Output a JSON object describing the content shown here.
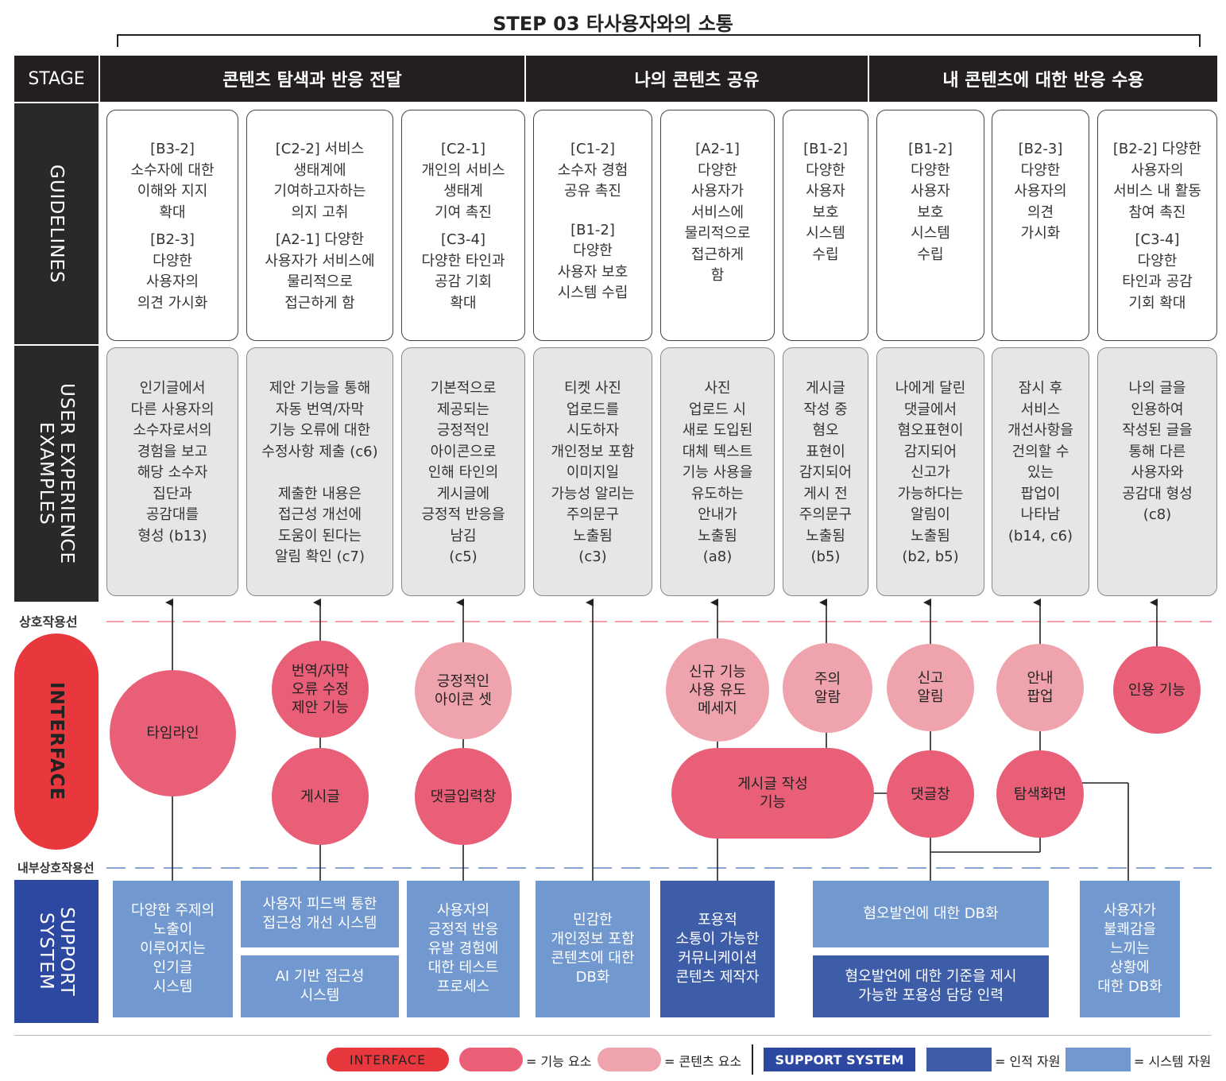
{
  "title": "STEP 03 타사용자와의 소통",
  "stage_label": "STAGE",
  "stages": [
    "콘텐츠 탐색과 반응 전달",
    "나의 콘텐츠 공유",
    "내 콘텐츠에 대한 반응 수용"
  ],
  "row_labels": {
    "guidelines": "GUIDELINES",
    "ux": "USER EXPERIENCE\nEXAMPLES",
    "interface": "INTERFACE",
    "support": "SUPPORT\nSYSTEM"
  },
  "line_labels": {
    "interaction": "상호작용선",
    "internal": "내부상호작용선"
  },
  "guidelines": [
    {
      "s1": "[B3-2]\n소수자에 대한\n이해와 지지\n확대",
      "s2": "[B2-3]\n다양한\n사용자의\n의견 가시화"
    },
    {
      "s1": "[C2-2] 서비스\n생태계에\n기여하고자하는\n의지 고취",
      "s2": "[A2-1] 다양한\n사용자가 서비스에\n물리적으로\n접근하게 함"
    },
    {
      "s1": "[C2-1]\n개인의 서비스\n생태계\n기여 촉진",
      "s2": "[C3-4]\n다양한 타인과\n공감 기회\n확대"
    },
    {
      "s1": "[C1-2]\n소수자 경험\n공유 촉진",
      "s2": "[B1-2]\n다양한\n사용자 보호\n시스템 수립"
    },
    {
      "s1": "[A2-1]\n다양한\n사용자가\n서비스에\n물리적으로\n접근하게\n함",
      "s2": ""
    },
    {
      "s1": "[B1-2]\n다양한\n사용자\n보호\n시스템\n수립",
      "s2": ""
    },
    {
      "s1": "[B1-2]\n다양한\n사용자\n보호\n시스템\n수립",
      "s2": ""
    },
    {
      "s1": "[B2-3]\n다양한\n사용자의\n의견\n가시화",
      "s2": ""
    },
    {
      "s1": "[B2-2] 다양한\n사용자의\n서비스 내 활동\n참여 촉진",
      "s2": "[C3-4]\n다양한\n타인과 공감\n기회 확대"
    }
  ],
  "ux_examples": [
    "인기글에서\n다른 사용자의\n소수자로서의\n경험을 보고\n해당 소수자\n집단과\n공감대를\n형성 (b13)",
    "제안 기능을 통해\n자동 번역/자막\n기능 오류에 대한\n수정사항 제출 (c6)\n\n제출한 내용은\n접근성 개선에\n도움이 된다는\n알림 확인 (c7)",
    "기본적으로\n제공되는\n긍정적인\n아이콘으로\n인해 타인의\n게시글에\n긍정적 반응을\n남김\n(c5)",
    "티켓 사진\n업로드를\n시도하자\n개인정보 포함\n이미지일\n가능성 알리는\n주의문구\n노출됨\n(c3)",
    "사진\n업로드 시\n새로 도입된\n대체 텍스트\n기능 사용을\n유도하는\n안내가\n노출됨\n(a8)",
    "게시글\n작성 중\n혐오\n표현이\n감지되어\n게시 전\n주의문구\n노출됨\n(b5)",
    "나에게 달린\n댓글에서\n혐오표현이\n감지되어\n신고가\n가능하다는\n알림이\n노출됨\n(b2, b5)",
    "잠시 후\n서비스\n개선사항을\n건의할 수\n있는\n팝업이\n나타남\n(b14, c6)",
    "나의 글을\n인용하여\n작성된 글을\n통해 다른\n사용자와\n공감대 형성\n(c8)"
  ],
  "interface": {
    "timeline": "타임라인",
    "translation_suggest": "번역/자막\n오류 수정\n제안 기능",
    "post": "게시글",
    "positive_icons": "긍정적인\n아이콘 셋",
    "comment_input": "댓글입력창",
    "new_feature_msg": "신규 기능\n사용 유도\n메세지",
    "warning_alert": "주의\n알람",
    "report_alert": "신고\n알림",
    "guide_popup": "안내\n팝업",
    "quote_feature": "인용 기능",
    "post_write": "게시글 작성\n기능",
    "comment_window": "댓글창",
    "explore_screen": "탐색화면"
  },
  "support": {
    "popular_posts": "다양한 주제의\n노출이\n이루어지는\n인기글\n시스템",
    "feedback_system": "사용자 피드백 통한\n접근성 개선 시스템",
    "ai_access": "AI 기반 접근성\n시스템",
    "positive_test": "사용자의\n긍정적 반응\n유발 경험에\n대한 테스트\n프로세스",
    "privacy_db": "민감한\n개인정보 포함\n콘텐츠에 대한\nDB화",
    "inclusive_creator": "포용적\n소통이 가능한\n커뮤니케이션\n콘텐츠 제작자",
    "hate_db": "혐오발언에 대한 DB화",
    "hate_staff": "혐오발언에 대한 기준을 제시\n가능한 포용성 담당 인력",
    "discomfort_db": "사용자가\n불쾌감을\n느끼는\n상황에\n대한 DB화"
  },
  "legend": {
    "interface": "INTERFACE",
    "func": "= 기능 요소",
    "content": "= 콘텐츠 요소",
    "support": "SUPPORT SYSTEM",
    "human": "= 인적 자원",
    "system": "= 시스템 자원"
  },
  "colors": {
    "dark": "#231f20",
    "interface_red": "#e8383d",
    "func_pink": "#e95f78",
    "content_pink": "#efa4ad",
    "support_navy": "#2d48a0",
    "human_blue": "#3e5da8",
    "system_blue": "#7198cf"
  }
}
